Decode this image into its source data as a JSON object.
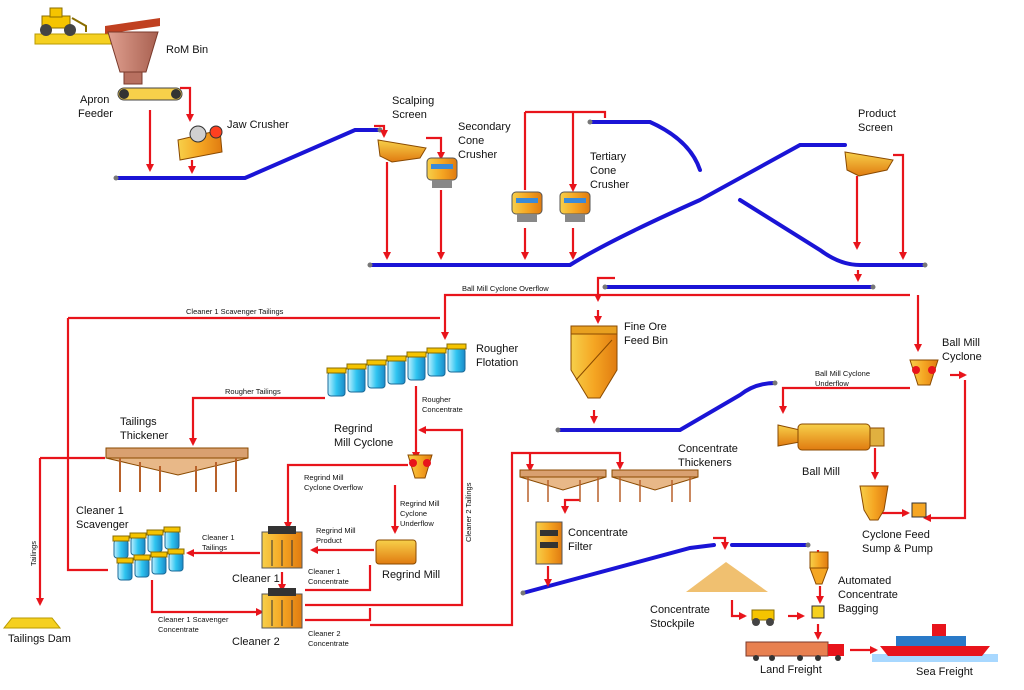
{
  "labels": {
    "rom_bin": "RoM Bin",
    "apron_feeder_1": "Apron",
    "apron_feeder_2": "Feeder",
    "jaw_crusher": "Jaw Crusher",
    "scalping_screen_1": "Scalping",
    "scalping_screen_2": "Screen",
    "secondary_1": "Secondary",
    "secondary_2": "Cone",
    "secondary_3": "Crusher",
    "tertiary_1": "Tertiary",
    "tertiary_2": "Cone",
    "tertiary_3": "Crusher",
    "product_screen_1": "Product",
    "product_screen_2": "Screen",
    "ball_mill_cyclone_overflow": "Ball Mill Cyclone Overflow",
    "cleaner1_scav_tailings": "Cleaner 1 Scavenger Tailings",
    "rougher_flotation_1": "Rougher",
    "rougher_flotation_2": "Flotation",
    "fine_ore_1": "Fine Ore",
    "fine_ore_2": "Feed Bin",
    "ball_mill_cyclone_1": "Ball Mill",
    "ball_mill_cyclone_2": "Cyclone",
    "bmc_underflow_1": "Ball Mill Cyclone",
    "bmc_underflow_2": "Underflow",
    "rougher_tailings": "Rougher Tailings",
    "rougher_conc_1": "Rougher",
    "rougher_conc_2": "Concentrate",
    "tailings_thick_1": "Tailings",
    "tailings_thick_2": "Thickener",
    "regrind_cyclone_1": "Regrind",
    "regrind_cyclone_2": "Mill Cyclone",
    "ball_mill": "Ball Mill",
    "conc_thick_1": "Concentrate",
    "conc_thick_2": "Thickeners",
    "rmc_overflow_1": "Regrind Mill",
    "rmc_overflow_2": "Cyclone Overflow",
    "rmc_underflow_1": "Regrind Mill",
    "rmc_underflow_2": "Cyclone",
    "rmc_underflow_3": "Underflow",
    "cleaner2_tailings": "Cleaner 2 Tailings",
    "cleaner1_scav_1": "Cleaner 1",
    "cleaner1_scav_2": "Scavenger",
    "conc_filter_1": "Concentrate",
    "conc_filter_2": "Filter",
    "regrind_mill_product_1": "Regrind Mill",
    "regrind_mill_product_2": "Product",
    "cleaner1_tailings_1": "Cleaner 1",
    "cleaner1_tailings_2": "Tailings",
    "cyclone_feed_1": "Cyclone Feed",
    "cyclone_feed_2": "Sump & Pump",
    "tailings_vert": "Tailings",
    "cleaner1": "Cleaner 1",
    "cleaner1_conc_1": "Cleaner 1",
    "cleaner1_conc_2": "Concentrate",
    "regrind_mill": "Regrind Mill",
    "auto_bagging_1": "Automated",
    "auto_bagging_2": "Concentrate",
    "auto_bagging_3": "Bagging",
    "c1_scav_conc_1": "Cleaner 1 Scavenger",
    "c1_scav_conc_2": "Concentrate",
    "conc_stockpile_1": "Concentrate",
    "conc_stockpile_2": "Stockpile",
    "tailings_dam": "Tailings Dam",
    "cleaner2": "Cleaner 2",
    "cleaner2_conc_1": "Cleaner 2",
    "cleaner2_conc_2": "Concentrate",
    "land_freight": "Land Freight",
    "sea_freight": "Sea Freight"
  },
  "colors": {
    "flow_arrow": "#e8141b",
    "conveyor": "#1a14d6",
    "equipment": "#f5a623",
    "flotation_cell": "#2ec4f0",
    "thickener": "#b8612a"
  }
}
